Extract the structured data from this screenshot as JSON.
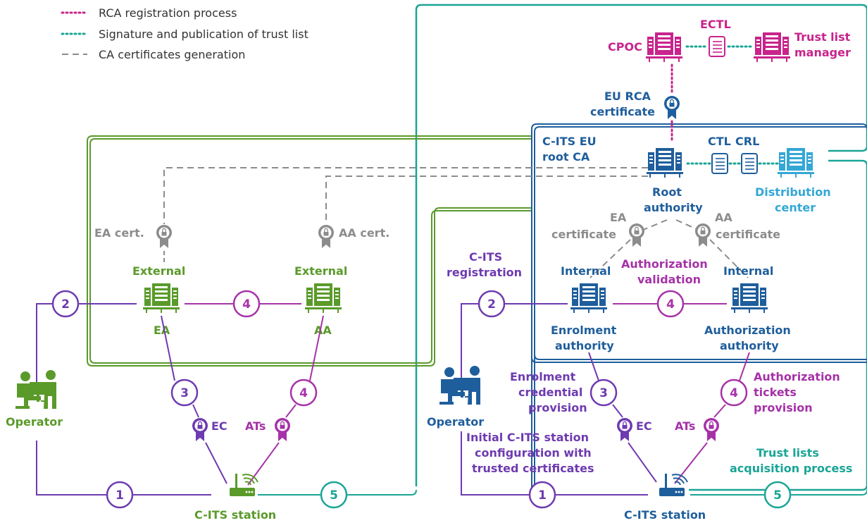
{
  "colors": {
    "green": "#5a9a2a",
    "teal": "#1aa596",
    "purple": "#6e3bb0",
    "magenta": "#c8248c",
    "blue": "#1f5e9c",
    "lightblue": "#34a7d6",
    "gray": "#8c8c8c"
  },
  "legend": [
    {
      "label": "RCA registration process",
      "color": "#c8248c",
      "style": "dotted"
    },
    {
      "label": "Signature and publication of trust list",
      "color": "#1aa596",
      "style": "dotted"
    },
    {
      "label": "CA certificates generation",
      "color": "#8c8c8c",
      "style": "dashed"
    }
  ],
  "top": {
    "cpoc": "CPOC",
    "ectl": "ECTL",
    "tlm_line1": "Trust list",
    "tlm_line2": "manager",
    "eurca_line1": "EU RCA",
    "eurca_line2": "certificate"
  },
  "root": {
    "title_line1": "C-ITS EU",
    "title_line2": "root CA",
    "ctl": "CTL",
    "crl": "CRL",
    "root_line1": "Root",
    "root_line2": "authority",
    "dist_line1": "Distribution",
    "dist_line2": "center",
    "ea_cert_line1": "EA",
    "ea_cert_line2": "certificate",
    "aa_cert_line1": "AA",
    "aa_cert_line2": "certificate",
    "authval_line1": "Authorization",
    "authval_line2": "validation",
    "internal_ea_line1": "Internal",
    "internal_aa_line1": "Internal",
    "enrol_line1": "Enrolment",
    "enrol_line2": "authority",
    "authz_line1": "Authorization",
    "authz_line2": "authority"
  },
  "left": {
    "ea_cert": "EA cert.",
    "aa_cert": "AA cert.",
    "external1": "External",
    "external2": "External",
    "ea": "EA",
    "aa": "AA",
    "operator": "Operator",
    "ec": "EC",
    "ats": "ATs",
    "station": "C-ITS station"
  },
  "right": {
    "registration_line1": "C-ITS",
    "registration_line2": "registration",
    "operator": "Operator",
    "enrol_prov_line1": "Enrolment",
    "enrol_prov_line2": "credential",
    "enrol_prov_line3": "provision",
    "auth_prov_line1": "Authorization",
    "auth_prov_line2": "tickets",
    "auth_prov_line3": "provision",
    "initial_line1": "Initial C-ITS station",
    "initial_line2": "configuration with",
    "initial_line3": "trusted certificates",
    "trust_line1": "Trust lists",
    "trust_line2": "acquisition process",
    "ec": "EC",
    "ats": "ATs",
    "station": "C-ITS station"
  },
  "steps": {
    "l1": "1",
    "l2": "2",
    "l3": "3",
    "l4a": "4",
    "l4b": "4",
    "l5": "5",
    "r1": "1",
    "r2": "2",
    "r3": "3",
    "r4a": "4",
    "r4b": "4",
    "r5": "5"
  }
}
